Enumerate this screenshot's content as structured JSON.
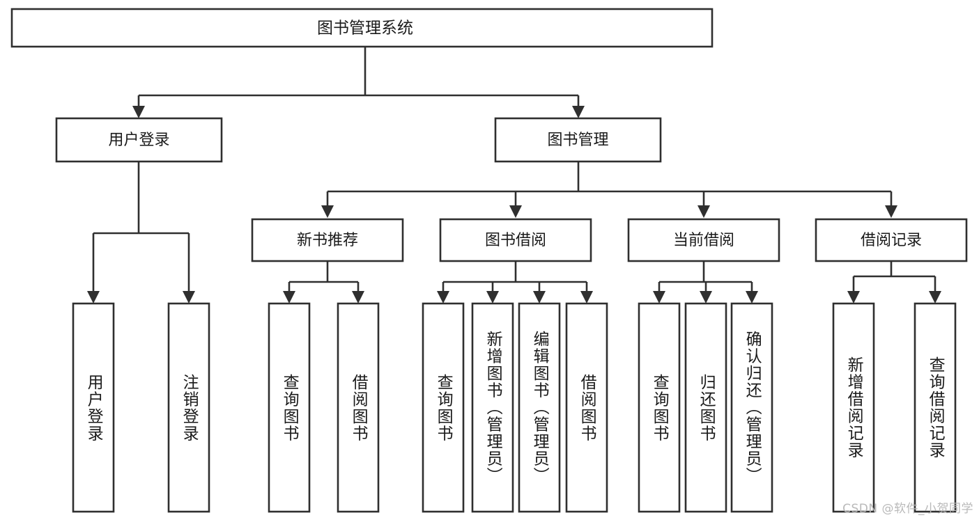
{
  "diagram": {
    "title": "图书管理系统",
    "type": "tree-hierarchy",
    "orientation": "top-down",
    "root": {
      "label": "图书管理系统"
    },
    "level1": [
      {
        "label": "用户登录"
      },
      {
        "label": "图书管理"
      }
    ],
    "level2": [
      {
        "label": "新书推荐"
      },
      {
        "label": "图书借阅"
      },
      {
        "label": "当前借阅"
      },
      {
        "label": "借阅记录"
      }
    ],
    "leaves": {
      "user_login": [
        {
          "label": "用户登录"
        },
        {
          "label": "注销登录"
        }
      ],
      "new_book_recommend": [
        {
          "label": "查询图书"
        },
        {
          "label": "借阅图书"
        }
      ],
      "book_borrow": [
        {
          "label": "查询图书"
        },
        {
          "label": "新增图书（管理员）"
        },
        {
          "label": "编辑图书（管理员）"
        },
        {
          "label": "借阅图书"
        }
      ],
      "current_borrow": [
        {
          "label": "查询图书"
        },
        {
          "label": "归还图书"
        },
        {
          "label": "确认归还（管理员）"
        }
      ],
      "borrow_record": [
        {
          "label": "新增借阅记录"
        },
        {
          "label": "查询借阅记录"
        }
      ]
    }
  },
  "watermark": {
    "text": "CSDN @软件_小贺同学"
  },
  "colors": {
    "stroke": "#2f2f2f",
    "fill": "#ffffff",
    "text": "#1a1a1a",
    "watermark": "#b9b9b9"
  }
}
